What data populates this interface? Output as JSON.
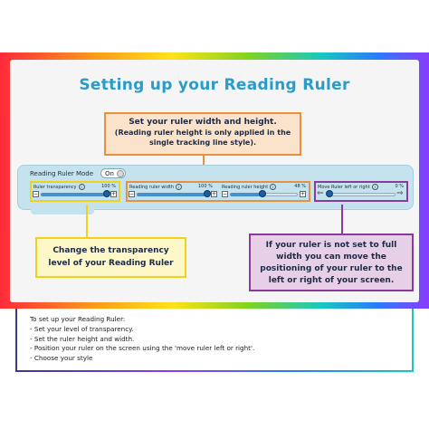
{
  "title": "Setting up your Reading Ruler",
  "callouts": {
    "top_line1": "Set your ruler width and height.",
    "top_line2": "(Reading ruler height is only applied in the single tracking line style).",
    "left": "Change the transparency level of your Reading Ruler",
    "right": "If your ruler is not set to full width you can move the positioning of your ruler to the left or right of your screen."
  },
  "toolbar": {
    "mode_label": "Reading Ruler Mode",
    "toggle_label": "On",
    "transparency": {
      "label": "Ruler transparency",
      "value_text": "100 %",
      "value": 100
    },
    "width": {
      "label": "Reading ruler width",
      "value_text": "100 %",
      "value": 100
    },
    "height": {
      "label": "Reading ruler height",
      "value_text": "48 %",
      "value": 48
    },
    "move": {
      "label": "Move Ruler left or right",
      "value_text": "0 %",
      "value": 0
    },
    "info_glyph": "i",
    "minus": "−",
    "plus": "+",
    "left_arrow": "⇐",
    "right_arrow": "⇒"
  },
  "instructions": {
    "heading": "To set up your Reading Ruler:",
    "items": [
      "- Set your level of transparency.",
      "- Set the ruler height and width.",
      "- Position your ruler on the screen using the 'move ruler left or right'.",
      "- Choose your style"
    ]
  },
  "colors": {
    "title": "#2b9bc9",
    "orange": "#e8913a",
    "yellow": "#f1d21a",
    "purple": "#8a3a9a",
    "toolbar": "#c4e3ee"
  }
}
